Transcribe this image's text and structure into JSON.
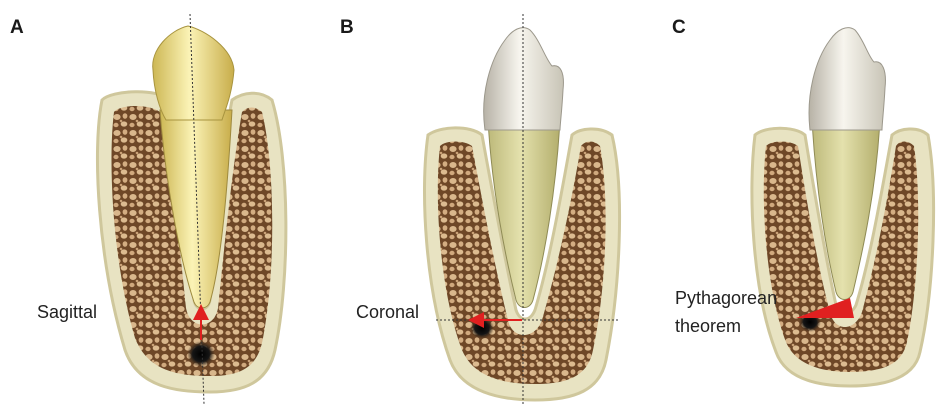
{
  "panels": [
    {
      "letter": "A",
      "label": "Sagittal"
    },
    {
      "letter": "B",
      "label": "Coronal"
    },
    {
      "letter": "C",
      "label_line1": "Pythagorean",
      "label_line2": "theorem"
    }
  ],
  "colors": {
    "bone_outer": "#e8e3c2",
    "bone_outline": "#cfc79c",
    "bone_marrow": "#d6b286",
    "bone_trabecula": "#6e4727",
    "tooth_root": "#d8d59a",
    "tooth_crown": "#ece8dc",
    "canal": "#f2d06a",
    "arrow_red": "#e02020",
    "lesion": "#111111",
    "guide_line": "#333333"
  }
}
